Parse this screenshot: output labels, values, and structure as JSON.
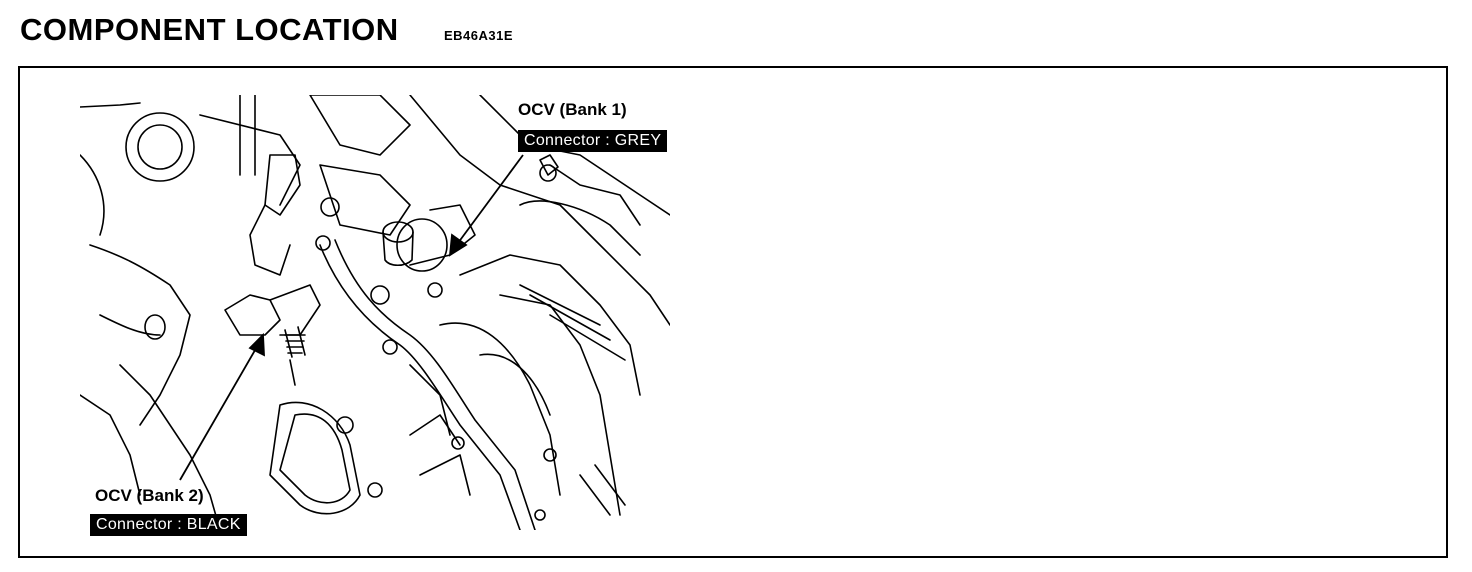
{
  "header": {
    "title": "COMPONENT LOCATION",
    "code": "EB46A31E"
  },
  "callouts": [
    {
      "label": "OCV (Bank 1)",
      "connector": "Connector : GREY"
    },
    {
      "label": "OCV (Bank 2)",
      "connector": "Connector : BLACK"
    }
  ]
}
